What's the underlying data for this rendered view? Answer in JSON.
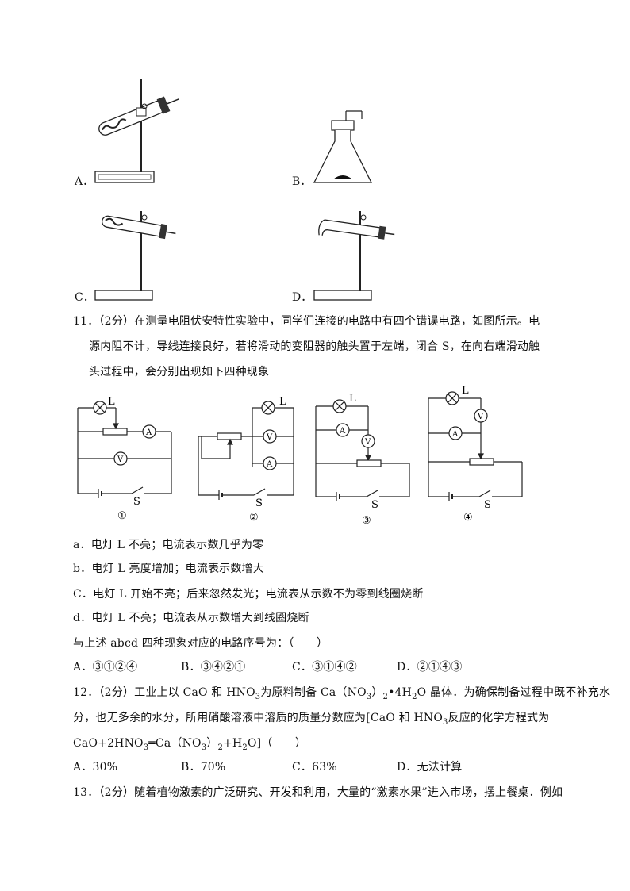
{
  "q10_options": {
    "A": "A．",
    "B": "B．",
    "C": "C．",
    "D": "D．"
  },
  "q11": {
    "lines": [
      "11．（2分）在测量电阻伏安特性实验中，同学们连接的电路中有四个错误电路，如图所示。电",
      "源内阻不计，导线连接良好，若将滑动的变阻器的触头置于左端，闭合 S，在向右端滑动触",
      "头过程中，会分别出现如下四种现象"
    ],
    "circuit_labels": {
      "lamp": "L",
      "switch": "S",
      "ammeter": "A",
      "voltmeter": "V",
      "numbers": [
        "①",
        "②",
        "③",
        "④"
      ]
    },
    "phenomena": [
      "a．电灯 L 不亮；电流表示数几乎为零",
      "b．电灯 L 亮度增加；电流表示数增大",
      "C．电灯 L 开始不亮；后来忽然发光；电流表从示数不为零到线圈烧断",
      "d．电灯 L 不亮；电流表从示数增大到线圈烧断"
    ],
    "question": "与上述 abcd 四种现象对应的电路序号为：（　　）",
    "choices": [
      "A．③①②④",
      "B．③④②①",
      "C．③①④②",
      "D．②①④③"
    ]
  },
  "q12": {
    "line1_a": "12．（2分）工业上以 CaO 和 HNO",
    "line1_sub1": "3",
    "line1_b": "为原料制备 Ca（NO",
    "line1_sub2": "3",
    "line1_c": "）",
    "line1_sub3": "2",
    "line1_d": "•4H",
    "line1_sub4": "2",
    "line1_e": "O 晶体．为确保制备过程中既不补充水",
    "line2_a": "分，也无多余的水分，所用硝酸溶液中溶质的质量分数应为[CaO 和 HNO",
    "line2_sub": "3",
    "line2_b": "反应的化学方程式为",
    "line3_a": "CaO+2HNO",
    "line3_sub1": "3",
    "line3_b": "═Ca（NO",
    "line3_sub2": "3",
    "line3_c": "）",
    "line3_sub3": "2",
    "line3_d": "+H",
    "line3_sub4": "2",
    "line3_e": "O]（　　）",
    "choices": [
      "A．30%",
      "B．70%",
      "C．63%",
      "D．无法计算"
    ]
  },
  "q13": {
    "line": "13．（2分）随着植物激素的广泛研究、开发和利用，大量的“激素水果”进入市场，摆上餐桌．例如"
  }
}
